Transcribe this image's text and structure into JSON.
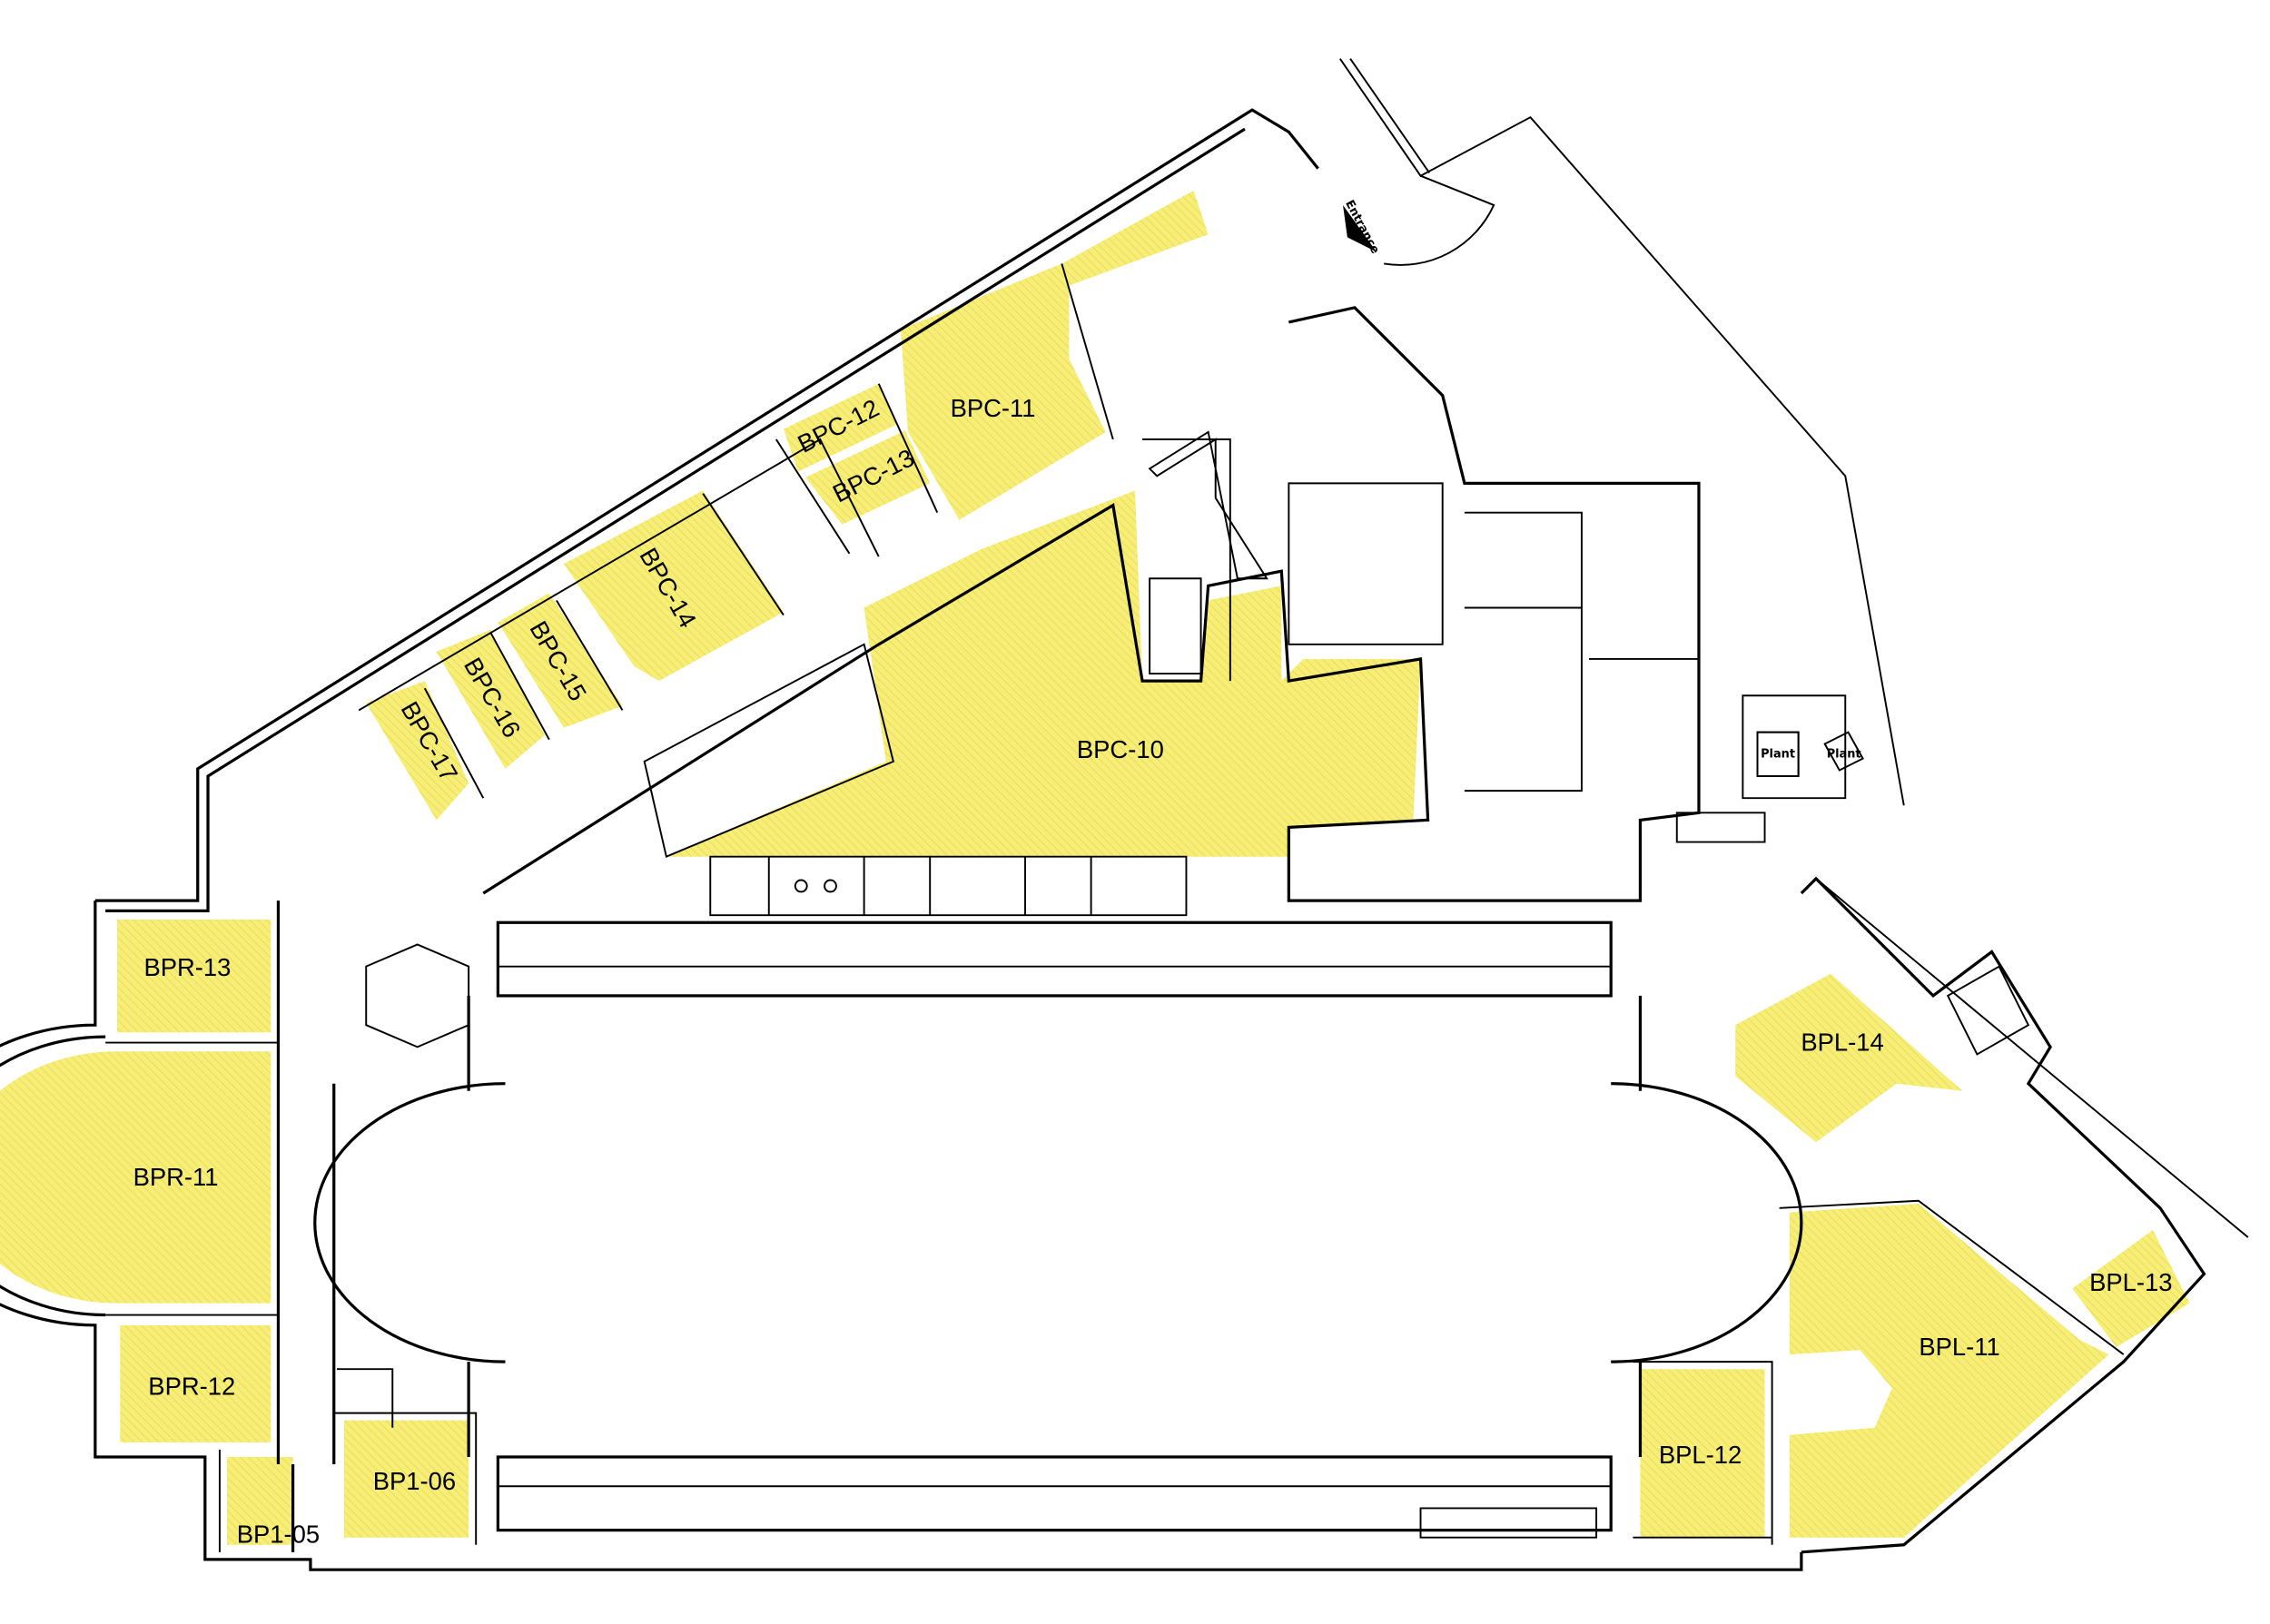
{
  "colors": {
    "room_fill": "#f6ee78",
    "hatch": "#e9d94a",
    "wall": "#000000"
  },
  "entrance_label": "Entrance",
  "plant_labels": [
    "Plant",
    "Plant"
  ],
  "rooms": [
    {
      "id": "BPC-10",
      "label": "BPC-10"
    },
    {
      "id": "BPC-11",
      "label": "BPC-11"
    },
    {
      "id": "BPC-12",
      "label": "BPC-12"
    },
    {
      "id": "BPC-13",
      "label": "BPC-13"
    },
    {
      "id": "BPC-14",
      "label": "BPC-14"
    },
    {
      "id": "BPC-15",
      "label": "BPC-15"
    },
    {
      "id": "BPC-16",
      "label": "BPC-16"
    },
    {
      "id": "BPC-17",
      "label": "BPC-17"
    },
    {
      "id": "BPR-11",
      "label": "BPR-11"
    },
    {
      "id": "BPR-12",
      "label": "BPR-12"
    },
    {
      "id": "BPR-13",
      "label": "BPR-13"
    },
    {
      "id": "BP1-05",
      "label": "BP1-05"
    },
    {
      "id": "BP1-06",
      "label": "BP1-06"
    },
    {
      "id": "BPL-11",
      "label": "BPL-11"
    },
    {
      "id": "BPL-12",
      "label": "BPL-12"
    },
    {
      "id": "BPL-13",
      "label": "BPL-13"
    },
    {
      "id": "BPL-14",
      "label": "BPL-14"
    }
  ]
}
